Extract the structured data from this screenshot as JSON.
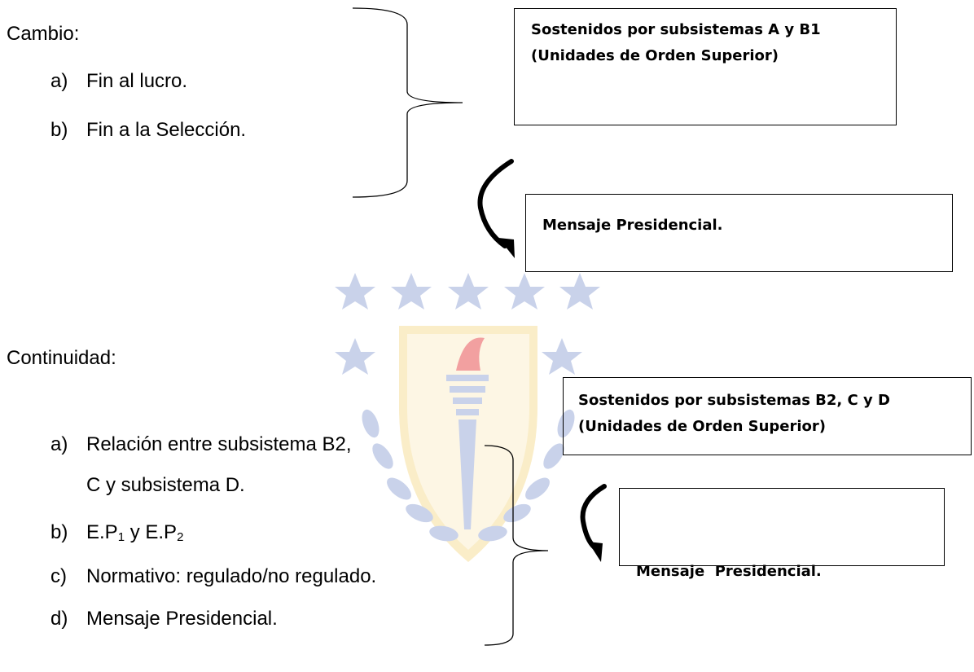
{
  "watermark": {
    "description": "University crest watermark: stars, torch and laurel wreath",
    "colors": {
      "blue": "#c9d2ea",
      "gold": "#f6df9a",
      "flame": "#f2a0a0"
    }
  },
  "cambio": {
    "heading": "Cambio:",
    "items": [
      {
        "label": "a)",
        "text": "Fin al lucro."
      },
      {
        "label": "b)",
        "text": "Fin a la Selección."
      }
    ],
    "box": {
      "line1": "Sostenidos por subsistemas A y B1",
      "line2": "(Unidades de Orden Superior)"
    },
    "message_box": "Mensaje Presidencial."
  },
  "continuidad": {
    "heading": "Continuidad:",
    "items": [
      {
        "label": "a)",
        "text": "Relación entre subsistema B2,",
        "text2": "C y subsistema D."
      },
      {
        "label": "b)",
        "text_prefix": "E.P",
        "sub1": "1",
        "mid": " y E.P",
        "sub2": "2"
      },
      {
        "label": "c)",
        "text": "Normativo: regulado/no regulado."
      },
      {
        "label": "d)",
        "text": "Mensaje Presidencial."
      }
    ],
    "box": {
      "line1": "Sostenidos por subsistemas B2, C y D",
      "line2": "(Unidades de Orden Superior)"
    },
    "message_box": "Mensaje  Presidencial."
  }
}
